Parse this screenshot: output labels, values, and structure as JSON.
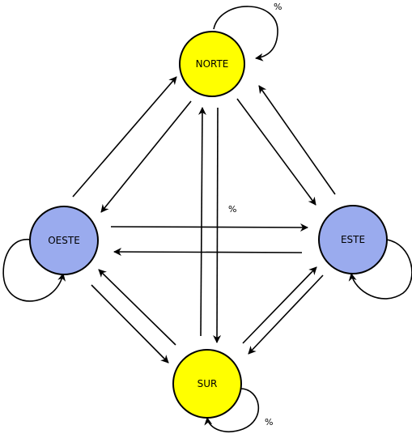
{
  "diagram": {
    "nodes": {
      "norte": {
        "label": "NORTE",
        "color": "#ffff00"
      },
      "oeste": {
        "label": "OESTE",
        "color": "#9aabee"
      },
      "este": {
        "label": "ESTE",
        "color": "#9aabee"
      },
      "sur": {
        "label": "SUR",
        "color": "#ffff00"
      }
    },
    "edge_labels": {
      "norte_loop": "%",
      "center": "%",
      "sur_loop": "%"
    }
  }
}
